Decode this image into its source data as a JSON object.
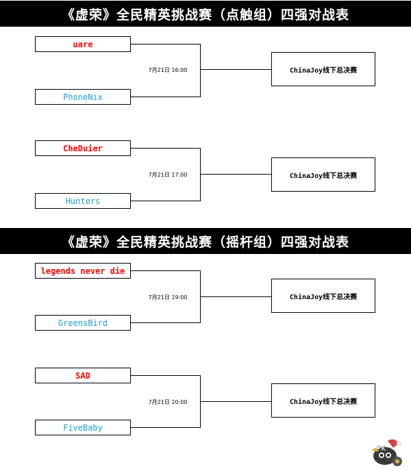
{
  "sections": [
    {
      "title": "《虚荣》全民精英挑战赛（点触组）四强对战表",
      "matches": [
        {
          "team_a": "uare",
          "team_b": "PhoneNix",
          "time": "7月21日 16:00",
          "final": "ChinaJoy线下总决赛"
        },
        {
          "team_a": "CheDuier",
          "team_b": "Hunters",
          "time": "7月21日 17:00",
          "final": "ChinaJoy线下总决赛"
        }
      ]
    },
    {
      "title": "《虚荣》全民精英挑战赛（摇杆组）四强对战表",
      "matches": [
        {
          "team_a": "legends never die",
          "team_b": "GreensBird",
          "time": "7月21日 19:00",
          "final": "ChinaJoy线下总决赛"
        },
        {
          "team_a": "SAD",
          "team_b": "FiveBaby",
          "time": "7月21日 20:00",
          "final": "ChinaJoy线下总决赛"
        }
      ]
    }
  ],
  "colors": {
    "winner_team": "#ff0000",
    "other_team": "#1a9fd6",
    "banner": "#000000"
  },
  "watermark_logo": "xiaoyouxi-logo"
}
